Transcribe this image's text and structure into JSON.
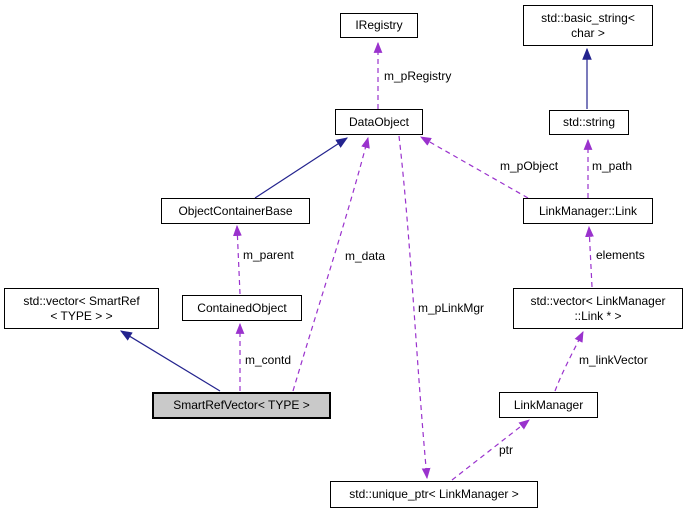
{
  "diagram": {
    "kind": "collaboration-graph",
    "colors": {
      "background": "#ffffff",
      "node_border": "#000000",
      "node_fill": "#ffffff",
      "highlight_node_fill": "#c9c9c9",
      "usage_edge": "#9a32cd",
      "inheritance_edge": "#23238e",
      "text": "#000000"
    },
    "nodes": {
      "iregistry": {
        "label": "IRegistry"
      },
      "basic_string_char": {
        "label": "std::basic_string<\nchar >"
      },
      "dataobject": {
        "label": "DataObject"
      },
      "std_string": {
        "label": "std::string"
      },
      "objectcontainerbase": {
        "label": "ObjectContainerBase"
      },
      "linkmanager_link": {
        "label": "LinkManager::Link"
      },
      "vector_smartref": {
        "label": "std::vector< SmartRef\n< TYPE > >"
      },
      "containedobject": {
        "label": "ContainedObject"
      },
      "vector_linkmanager_link": {
        "label": "std::vector< LinkManager\n::Link * >"
      },
      "smartrefvector": {
        "label": "SmartRefVector< TYPE >",
        "highlighted": true
      },
      "linkmanager": {
        "label": "LinkManager"
      },
      "unique_ptr_linkmanager": {
        "label": "std::unique_ptr< LinkManager >"
      }
    },
    "edges": {
      "m_pregistry": {
        "label": "m_pRegistry",
        "type": "usage",
        "from": "DataObject",
        "to": "IRegistry"
      },
      "m_pobject": {
        "label": "m_pObject",
        "type": "usage",
        "from": "LinkManager::Link",
        "to": "DataObject"
      },
      "m_path": {
        "label": "m_path",
        "type": "usage",
        "from": "LinkManager::Link",
        "to": "std::string"
      },
      "m_parent": {
        "label": "m_parent",
        "type": "usage",
        "from": "ContainedObject",
        "to": "ObjectContainerBase"
      },
      "m_data": {
        "label": "m_data",
        "type": "usage",
        "from": "SmartRefVector< TYPE >",
        "to": "DataObject"
      },
      "m_contd": {
        "label": "m_contd",
        "type": "usage",
        "from": "SmartRefVector< TYPE >",
        "to": "ContainedObject"
      },
      "m_plinkmgr": {
        "label": "m_pLinkMgr",
        "type": "usage",
        "from": "DataObject",
        "to": "std::unique_ptr< LinkManager >"
      },
      "elements": {
        "label": "elements",
        "type": "usage",
        "from": "std::vector< LinkManager::Link * >",
        "to": "LinkManager::Link"
      },
      "m_linkvector": {
        "label": "m_linkVector",
        "type": "usage",
        "from": "LinkManager",
        "to": "std::vector< LinkManager::Link * >"
      },
      "ptr": {
        "label": "ptr",
        "type": "usage",
        "from": "std::unique_ptr< LinkManager >",
        "to": "LinkManager"
      },
      "inherit_string": {
        "label": "",
        "type": "inheritance",
        "from": "std::string",
        "to": "std::basic_string< char >"
      },
      "inherit_objectcontainerbase": {
        "label": "",
        "type": "inheritance",
        "from": "ObjectContainerBase",
        "to": "DataObject"
      },
      "inherit_smartrefvector": {
        "label": "",
        "type": "inheritance",
        "from": "SmartRefVector< TYPE >",
        "to": "std::vector< SmartRef< TYPE > >"
      }
    }
  }
}
